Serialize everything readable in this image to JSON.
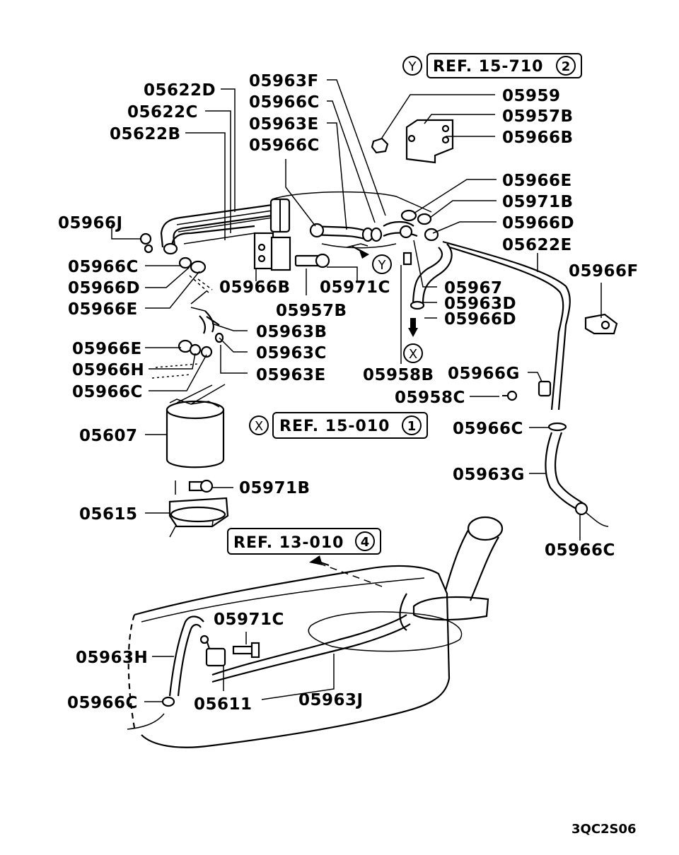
{
  "diagram_code": "3QC2S06",
  "refs": {
    "ref_y": {
      "marker": "Y",
      "text": "REF. 15-710",
      "num": "2"
    },
    "ref_x": {
      "marker": "X",
      "text": "REF. 15-010",
      "num": "1"
    },
    "ref_tank": {
      "text": "REF. 13-010",
      "num": "4"
    }
  },
  "markers": {
    "x": "X",
    "y": "Y"
  },
  "labels": {
    "p05622D": "05622D",
    "p05622C": "05622C",
    "p05622B": "05622B",
    "p05963F": "05963F",
    "p05966C_a": "05966C",
    "p05963E_a": "05963E",
    "p05966C_b": "05966C",
    "p05959": "05959",
    "p05957B_a": "05957B",
    "p05966B_a": "05966B",
    "p05966E_a": "05966E",
    "p05971B_a": "05971B",
    "p05966D_a": "05966D",
    "p05622E": "05622E",
    "p05966J": "05966J",
    "p05966C_c": "05966C",
    "p05966D_b": "05966D",
    "p05966E_b": "05966E",
    "p05966B_b": "05966B",
    "p05971C_a": "05971C",
    "p05957B_b": "05957B",
    "p05966F": "05966F",
    "p05967": "05967",
    "p05963D": "05963D",
    "p05966D_c": "05966D",
    "p05963B": "05963B",
    "p05966E_c": "05966E",
    "p05963C": "05963C",
    "p05966H": "05966H",
    "p05963E_b": "05963E",
    "p05966C_d": "05966C",
    "p05958B": "05958B",
    "p05966G": "05966G",
    "p05958C": "05958C",
    "p05607": "05607",
    "p05966C_e": "05966C",
    "p05963G": "05963G",
    "p05971B_b": "05971B",
    "p05615": "05615",
    "p05966C_f": "05966C",
    "p05971C_b": "05971C",
    "p05963H": "05963H",
    "p05966C_g": "05966C",
    "p05611": "05611",
    "p05963J": "05963J"
  }
}
